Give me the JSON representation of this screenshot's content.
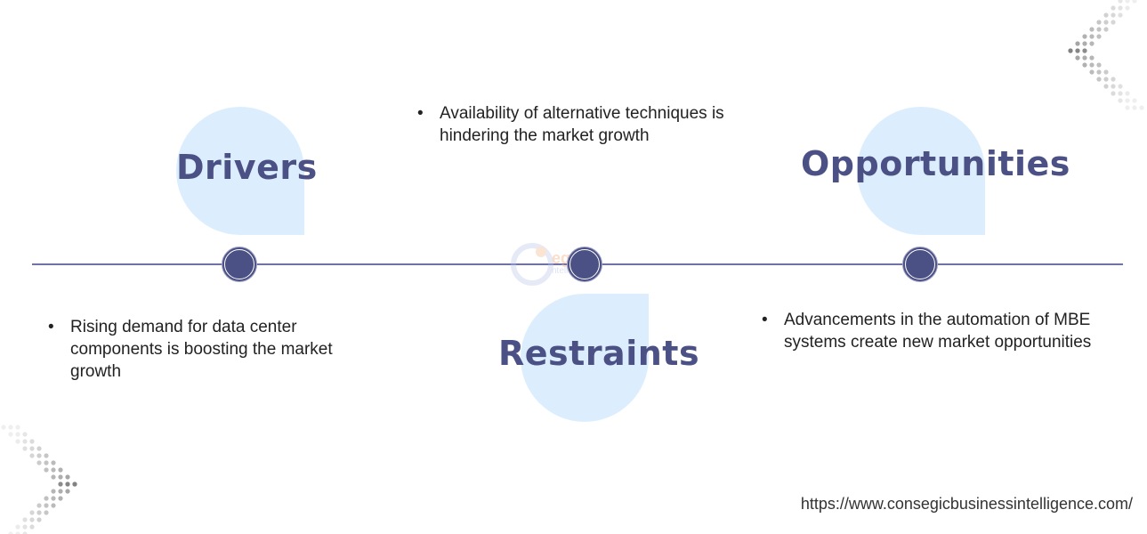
{
  "drivers": {
    "heading": "Drivers",
    "bullets": [
      "Rising demand for data center components is boosting the market growth"
    ]
  },
  "restraints": {
    "heading": "Restraints",
    "bullets": [
      "Availability of alternative techniques is hindering the market growth"
    ]
  },
  "opportunities": {
    "heading": "Opportunities",
    "bullets": [
      "Advancements in the automation of MBE systems create new market opportunities"
    ]
  },
  "watermark": {
    "text": "egic",
    "subtext": "ntelligence"
  },
  "footer": {
    "url": "https://www.consegicbusinessintelligence.com/"
  },
  "colors": {
    "accent": "#4b5085",
    "bubble": "#dceefe",
    "text": "#222222",
    "line": "#6e72a6"
  }
}
